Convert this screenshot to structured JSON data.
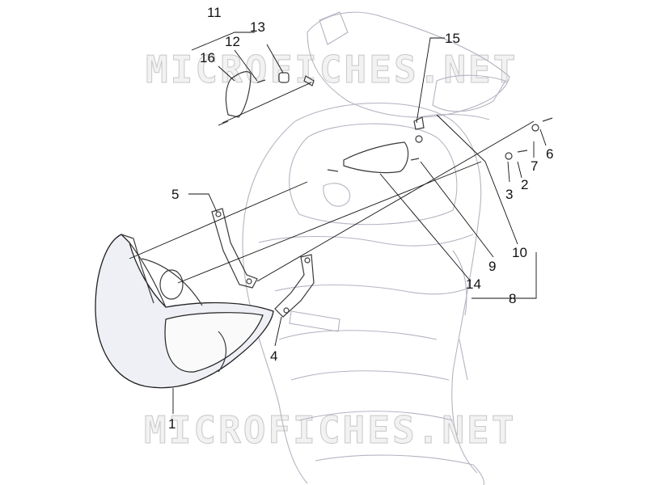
{
  "watermark": {
    "text_top": "MICROFICHES.NET",
    "text_bottom": "MICROFICHES.NET"
  },
  "callouts": [
    {
      "id": "1",
      "label": "1"
    },
    {
      "id": "2",
      "label": "2"
    },
    {
      "id": "3",
      "label": "3"
    },
    {
      "id": "4",
      "label": "4"
    },
    {
      "id": "5",
      "label": "5"
    },
    {
      "id": "6",
      "label": "6"
    },
    {
      "id": "7",
      "label": "7"
    },
    {
      "id": "8",
      "label": "8"
    },
    {
      "id": "9",
      "label": "9"
    },
    {
      "id": "10",
      "label": "10"
    },
    {
      "id": "11",
      "label": "11"
    },
    {
      "id": "12",
      "label": "12"
    },
    {
      "id": "13",
      "label": "13"
    },
    {
      "id": "14",
      "label": "14"
    },
    {
      "id": "15",
      "label": "15"
    },
    {
      "id": "16",
      "label": "16"
    }
  ],
  "colors": {
    "line": "#3a3a3a",
    "body_outline": "#b4b4c2",
    "watermark_fill": "#f2f2f2",
    "watermark_stroke": "#c8c8c8"
  }
}
